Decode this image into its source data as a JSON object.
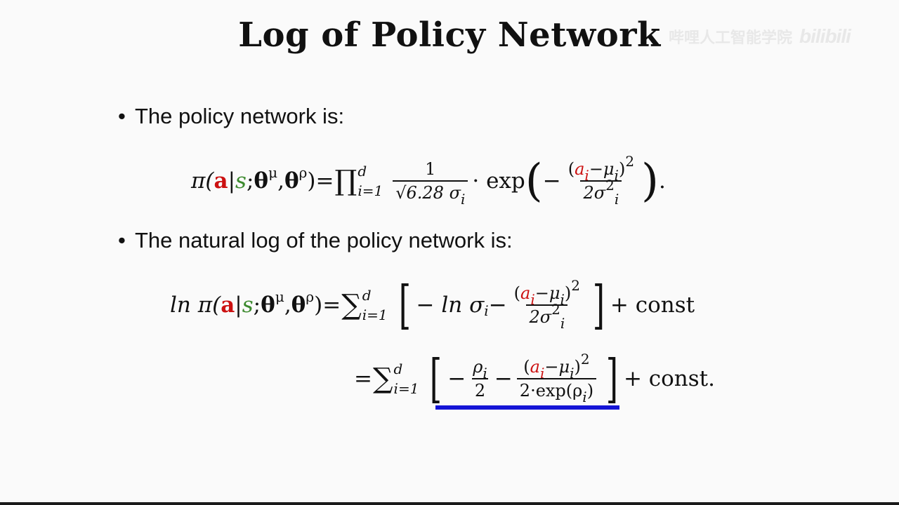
{
  "title": "Log of Policy Network",
  "watermark": {
    "text": "哔哩人工智能学院",
    "brand": "bilibili"
  },
  "bullets": [
    {
      "text": "The policy network is:"
    },
    {
      "text": "The natural log of the policy network is:"
    }
  ],
  "eq1": {
    "lhs_pi": "π(",
    "a": "a",
    "bar": "|",
    "s": "s",
    "semi": "; ",
    "theta_mu": "θ",
    "mu": "μ",
    "comma": ", ",
    "theta_rho": "θ",
    "rho": "ρ",
    "close": ")",
    "eq": " = ",
    "prod": "∏",
    "upper": "d",
    "lower": "i=1",
    "frac1_num": "1",
    "frac1_den": "√6.28 σ",
    "frac1_den_sub": "i",
    "dot": " · exp",
    "lparen": "(",
    "minus": "−",
    "frac2_num_open": "(",
    "frac2_num_a": "a",
    "frac2_num_i": "i",
    "frac2_num_rest": "−μ",
    "frac2_num_mui": "i",
    "frac2_num_close": ")",
    "frac2_num_sq": "2",
    "frac2_den": "2σ",
    "frac2_den_sup": "2",
    "frac2_den_sub": "i",
    "rparen": ")",
    "period": "."
  },
  "eq2": {
    "ln": "ln π(",
    "a": "a",
    "bar": "|",
    "s": "s",
    "semi": "; ",
    "theta_mu": "θ",
    "mu": "μ",
    "comma": ", ",
    "theta_rho": "θ",
    "rho": "ρ",
    "close": ")",
    "eq": " = ",
    "sum": "∑",
    "upper": "d",
    "lower": "i=1",
    "lbr": "[",
    "term1": "− ln σ",
    "term1_sub": "i",
    "minus": " − ",
    "frac_num_open": "(",
    "frac_num_a": "a",
    "frac_num_i": "i",
    "frac_num_rest": "−μ",
    "frac_num_mui": "i",
    "frac_num_close": ")",
    "frac_num_sq": "2",
    "frac_den": "2σ",
    "frac_den_sup": "2",
    "frac_den_sub": "i",
    "rbr": "]",
    "tail": " + const"
  },
  "eq3": {
    "eq": "= ",
    "sum": "∑",
    "upper": "d",
    "lower": "i=1",
    "lbr": "[",
    "minus1": "−",
    "f1_num": "ρ",
    "f1_num_sub": "i",
    "f1_den": "2",
    "minus2": " − ",
    "f2_num_open": "(",
    "f2_num_a": "a",
    "f2_num_i": "i",
    "f2_num_rest": "−μ",
    "f2_num_mui": "i",
    "f2_num_close": ")",
    "f2_num_sq": "2",
    "f2_den": "2·exp(ρ",
    "f2_den_sub": "i",
    "f2_den_close": ")",
    "rbr": "]",
    "tail": " + const."
  },
  "colors": {
    "action": "#cc1111",
    "state": "#3c8a2e",
    "underline": "#1414d6"
  }
}
